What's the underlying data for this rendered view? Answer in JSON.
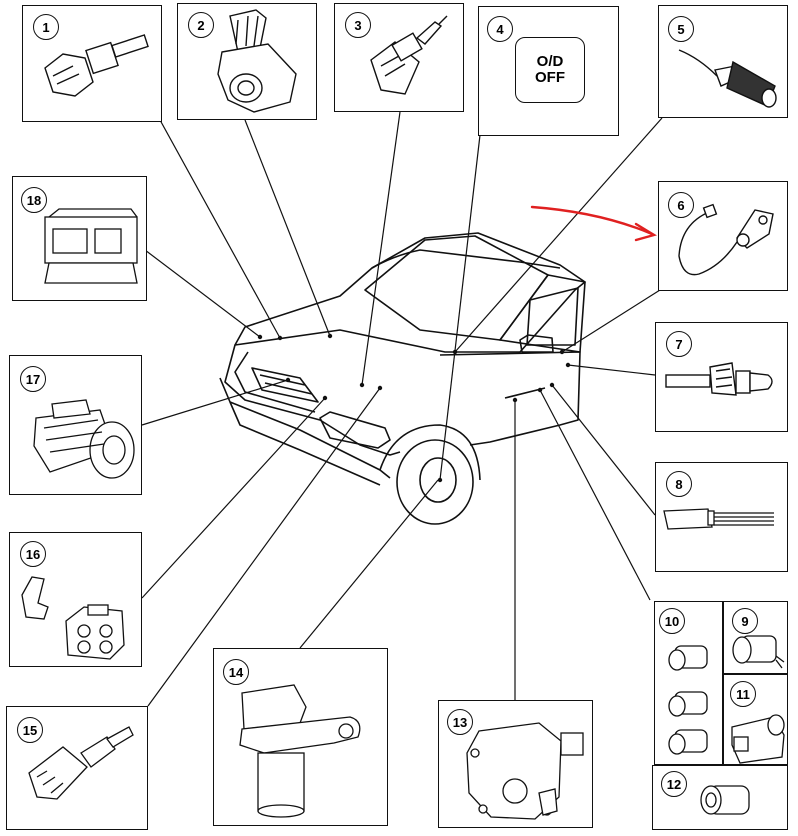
{
  "components": [
    {
      "number": "1"
    },
    {
      "number": "2"
    },
    {
      "number": "3"
    },
    {
      "number": "4"
    },
    {
      "number": "5"
    },
    {
      "number": "6"
    },
    {
      "number": "7"
    },
    {
      "number": "8"
    },
    {
      "number": "9"
    },
    {
      "number": "10"
    },
    {
      "number": "11"
    },
    {
      "number": "12"
    },
    {
      "number": "13"
    },
    {
      "number": "14"
    },
    {
      "number": "15"
    },
    {
      "number": "16"
    },
    {
      "number": "17"
    },
    {
      "number": "18"
    }
  ],
  "switch_4": {
    "line1": "O/D",
    "line2": "OFF"
  },
  "colors": {
    "ink": "#111111",
    "annotation_arrow": "#e02020",
    "background": "#ffffff"
  }
}
